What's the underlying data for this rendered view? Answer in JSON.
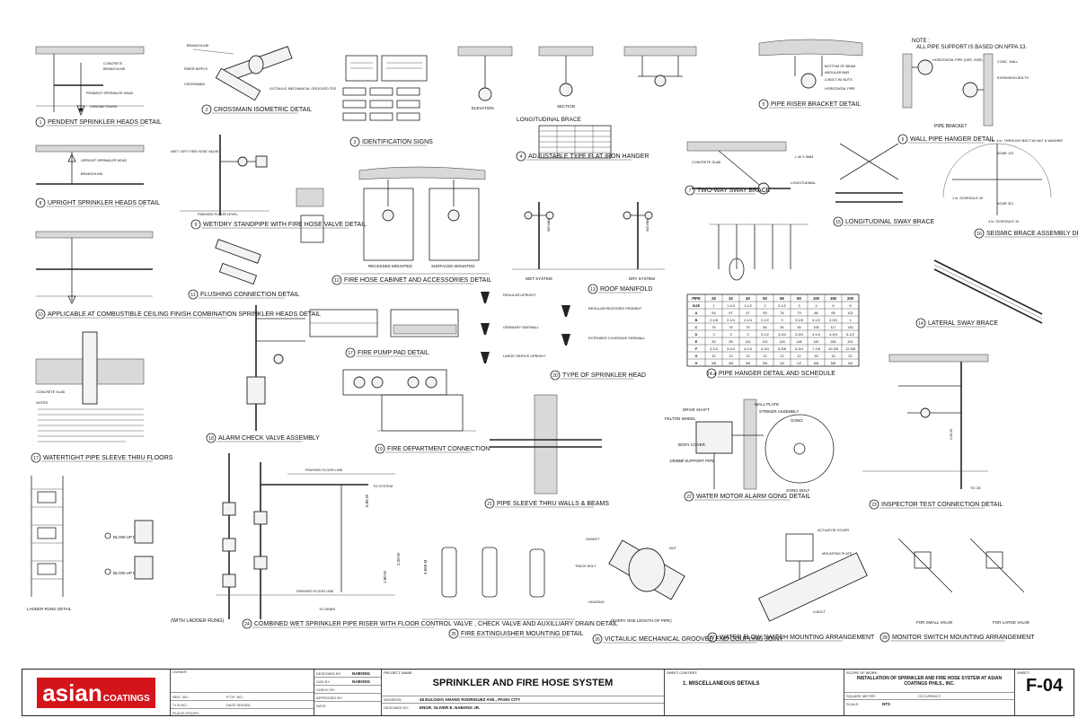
{
  "notes": {
    "heading": "NOTE :",
    "line1": "ALL PIPE SUPPORT IS BASED ON NFPA 13."
  },
  "details": [
    {
      "num": "1",
      "title": "PENDENT SPRINKLER HEADS DETAIL"
    },
    {
      "num": "2",
      "title": "CROSSMAIN ISOMETRIC DETAIL"
    },
    {
      "num": "3",
      "title": "IDENTIFICATION SIGNS"
    },
    {
      "num": "4",
      "title": "ADJUSTABLE TYPE FLAT IRON HANGER"
    },
    {
      "num": "5",
      "title": "PIPE RISER BRACKET DETAIL"
    },
    {
      "num": "6",
      "title": "WALL PIPE HANGER DETAIL"
    },
    {
      "num": "7",
      "title": "TWO-WAY SWAY BRACE"
    },
    {
      "num": "8",
      "title": "UPRIGHT SPRINKLER HEADS DETAIL"
    },
    {
      "num": "9",
      "title": "WET/DRY STANDPIPE WITH FIRE HOSE VALVE DETAIL"
    },
    {
      "num": "10",
      "title": "APPLICABLE AT COMBUSTIBLE CEILING FINISH COMBINATION SPRINKLER HEADS DETAIL"
    },
    {
      "num": "11",
      "title": "FLUSHING CONNECTION DETAIL"
    },
    {
      "num": "12",
      "title": "FIRE HOSE CABINET AND ACCESSORIES DETAIL"
    },
    {
      "num": "13",
      "title": "ROOF MANIFOLD"
    },
    {
      "num": "14",
      "title": "LATERAL SWAY BRACE"
    },
    {
      "num": "14.a",
      "title": "PIPE HANGER DETAIL AND SCHEDULE"
    },
    {
      "num": "15",
      "title": "LONGITUDINAL SWAY BRACE"
    },
    {
      "num": "16",
      "title": "SEISMIC BRACE ASSEMBLY DETAIL"
    },
    {
      "num": "17",
      "title": "FIRE PUMP PAD DETAIL"
    },
    {
      "num": "17",
      "title": "WATERTIGHT PIPE SLEEVE THRU FLOORS"
    },
    {
      "num": "18",
      "title": "ALARM CHECK VALVE ASSEMBLY"
    },
    {
      "num": "19",
      "title": "FIRE DEPARTMENT CONNECTION"
    },
    {
      "num": "20",
      "title": "TYPE OF SPRINKLER HEAD"
    },
    {
      "num": "21",
      "title": "PIPE SLEEVE THRU WALLS & BEAMS"
    },
    {
      "num": "22",
      "title": "WATER MOTOR ALARM GONG DETAIL"
    },
    {
      "num": "23",
      "title": "INSPECTOR TEST CONNECTION DETAIL"
    },
    {
      "num": "24",
      "title": "COMBINED WET SPRINKLER PIPE RISER WITH FLOOR CONTROL VALVE , CHECK VALVE AND AUXILLIARY DRAIN DETAIL"
    },
    {
      "num": "25",
      "title": "FIRE EXTINGUISHER MOUNTING DETAIL"
    },
    {
      "num": "26",
      "title": "VICTAULIC MECHANICAL GROOVED END COUPLING JOINT"
    },
    {
      "num": "27",
      "title": "WATER FLOW SWITCH MOUNTING ARRANGEMENT"
    },
    {
      "num": "28",
      "title": "MONITOR SWITCH MOUNTING ARRANGEMENT"
    }
  ],
  "labels": {
    "longitudinal_brace": "LONGITUDINAL BRACE",
    "pipe_bracket": "PIPE BRACKET",
    "elevation": "ELEVATION",
    "section": "SECTION",
    "wet_system": "WET SYSTEM",
    "dry_system": "DRY SYSTEM",
    "recessed": "RECESSED MOUNTED",
    "surfaced": "SURFACED MOUNTED",
    "regular_upright": "REGULAR UPRIGHT",
    "regular_recessed": "REGULAR RECESSED PENDENT",
    "ordinary_sidewall": "ORDINARY SIDEWALL",
    "extended_sidewall": "EXTENDED COVERAGE SIDEWALL",
    "large_orifice": "LARGE ORIFICE UPRIGHT",
    "drive_shaft": "DRIVE SHAFT",
    "wall_plate": "WALL PLATE",
    "striker": "STRIKER ASSEMBLY",
    "felton_wheel": "FELTON WHEEL",
    "gong": "GONG",
    "body_cover": "BODY COVER",
    "support": "10MMØ SUPPORT PIPE",
    "gong_bolt": "GONG BOLT",
    "every_one": "(EVERY ONE LENGTH OF PIPE)",
    "for_small": "FOR SMALL VALVE",
    "for_large": "FOR LARGE VALVE",
    "with_ladder": "(WITH LADDER RUNG)",
    "ladder_detail": "LADDER RUNG DETAIL",
    "blow_up_a": "BLOW-UP DETAIL",
    "blow_up_b": "BLOW-UP DETAIL",
    "finished_floor": "FINISHED FLOOR LINE",
    "to_system": "TO SYSTEM",
    "to_drain": "TO DRAIN",
    "concrete_slab": "CONCRETE SLAB",
    "longitudinal": "LONGITUDINAL",
    "l40": "L 40 X 5MM",
    "acme123": "ACME 123",
    "acme321": "ACME 321",
    "sched40": "1 in. SCHEDULE 40",
    "sched10": "4 in. SCHEDULE 10",
    "through_bolt": "⅝ in. 4 in. THROUGH BOLT W/ NUT & WASHER",
    "gasket": "GASKET",
    "nut": "NUT",
    "track_bolt": "TRACK BOLT",
    "housing": "HOUSING",
    "actuator": "ACTUATOR COVER",
    "mounting_plate": "MOUNTING PLATE",
    "u_bolt": "U-BOLT",
    "conc_wall": "CONC. WALL",
    "horizontal_pipe": "HORIZONTAL PIPE (VER. SIZE)",
    "expansion_bolts": "EXPANSION BOLTS",
    "angular_bar": "ANGULAR BAR",
    "dim_086": "0.86 M",
    "dim_3660": "3.660 M",
    "dim_220": "2.20 M",
    "dim_180": "1.80 M",
    "dim_200": "2.00 M",
    "dim_900": "900 MM"
  },
  "schedule": {
    "headers": [
      "PIPE",
      "25",
      "32",
      "40",
      "50",
      "65",
      "80",
      "100",
      "150",
      "200"
    ],
    "rows": [
      [
        "SIZE",
        "1",
        "1-1/4",
        "1-1/2",
        "2",
        "2-1/2",
        "3",
        "4",
        "6",
        "8"
      ],
      [
        "A",
        "54",
        "57",
        "57",
        "59",
        "76",
        "79",
        "86",
        "95",
        "102"
      ],
      [
        "B",
        "2-1/8",
        "2-1/4",
        "2-1/4",
        "2-1/2",
        "3",
        "3-1/8",
        "3-1/2",
        "3-3/4",
        "4"
      ],
      [
        "C",
        "76",
        "76",
        "76",
        "86",
        "95",
        "95",
        "105",
        "117",
        "140"
      ],
      [
        "D",
        "3",
        "3",
        "3",
        "3-1/2",
        "3-3/4",
        "3-3/4",
        "4-1/4",
        "4-3/4",
        "5-1/2"
      ],
      [
        "E",
        "83",
        "95",
        "110",
        "121",
        "143",
        "146",
        "181",
        "264",
        "321"
      ],
      [
        "F",
        "3-1/4",
        "3-1/4",
        "4-1/4",
        "4-3/4",
        "5-5/8",
        "5-3/4",
        "7-1/8",
        "10-3/8",
        "12-5/8"
      ],
      [
        "G",
        "10",
        "10",
        "10",
        "10",
        "12",
        "12",
        "16",
        "16",
        "20"
      ],
      [
        "H",
        "3/8",
        "3/8",
        "3/8",
        "3/8",
        "1/2",
        "1/2",
        "5/8",
        "5/8",
        "3/4"
      ]
    ]
  },
  "titleblock": {
    "logo_big": "asian",
    "logo_small": "COATINGS",
    "owner_k": "OWNER:",
    "reg_no_k": "REG. NO.:",
    "ptr_no_k": "P.T.R. NO.:",
    "tin_k": "T.I.N NO.:",
    "date_issued_k": "DATE ISSUED:",
    "place_issued_k": "PLACE ISSUED:",
    "designed_by_k": "DESIGNED BY:",
    "designed_by_v": "NABONG",
    "cad_by_k": "CAD BY:",
    "cad_by_v": "NABONG",
    "checked_by_k": "CHECK BY:",
    "approved_by_k": "APPROVED BY:",
    "date_k": "DATE:",
    "project_name_k": "PROJECT NAME:",
    "project_name": "SPRINKLER AND FIRE HOSE SYSTEM",
    "address_k": "ADDRESS:",
    "address": "48 EULOGIO AMANG RODRIGUEZ AVE., PASIG CITY",
    "designer_k": "DESIGNED BY:",
    "designer": "ENGR. OLIVER E. NABONG JR.",
    "sheet_content_k": "SHEET CONTENT:",
    "sheet_content": "1.     MISCELLANEOUS DETAILS",
    "scope_k": "SCOPE OF WORK:",
    "scope": "INSTALLATION OF SPRINKLER AND FIRE HOSE SYSTEM AT ASIAN COATINGS PHILS., INC.",
    "square_meter_k": "SQUARE METER:",
    "occupancy_k": "OCCUPANCY:",
    "scale_k": "SCALE:",
    "scale": "NTS",
    "sheet_k": "SHEET:",
    "sheet_no": "F-04"
  }
}
